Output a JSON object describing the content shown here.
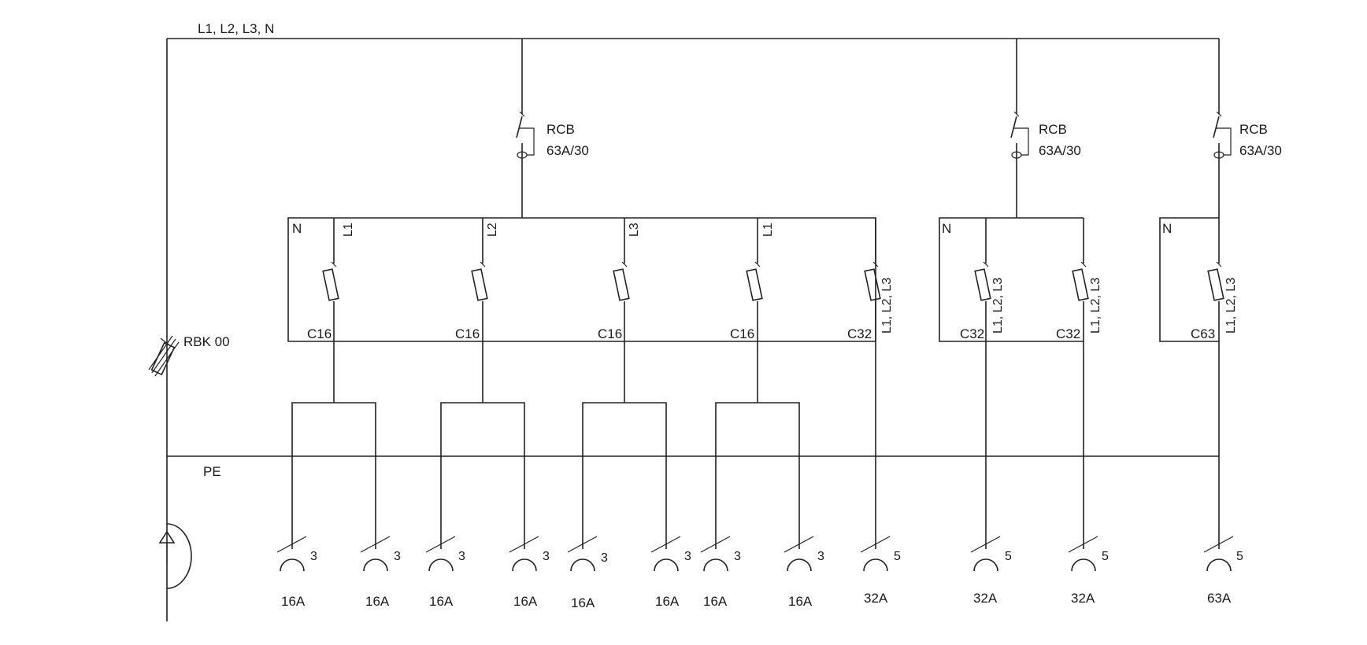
{
  "supply_label": "L1, L2, L3, N",
  "pe_label": "PE",
  "main_fuse_label": "RBK 00",
  "rcbs": [
    {
      "name": "RCB",
      "rating": "63A/30"
    },
    {
      "name": "RCB",
      "rating": "63A/30"
    },
    {
      "name": "RCB",
      "rating": "63A/30"
    }
  ],
  "neutral_labels": [
    "N",
    "N",
    "N"
  ],
  "breakers": [
    {
      "phase": "L1",
      "rating": "C16"
    },
    {
      "phase": "L2",
      "rating": "C16"
    },
    {
      "phase": "L3",
      "rating": "C16"
    },
    {
      "phase": "L1",
      "rating": "C16"
    },
    {
      "phase": "L1, L2, L3",
      "rating": "C32"
    },
    {
      "phase": "L1, L2, L3",
      "rating": "C32"
    },
    {
      "phase": "L1, L2, L3",
      "rating": "C32"
    },
    {
      "phase": "L1, L2, L3",
      "rating": "C63"
    }
  ],
  "sockets": [
    {
      "poles": "3",
      "rating": "16A"
    },
    {
      "poles": "3",
      "rating": "16A"
    },
    {
      "poles": "3",
      "rating": "16A"
    },
    {
      "poles": "3",
      "rating": "16A"
    },
    {
      "poles": "3",
      "rating": "16A"
    },
    {
      "poles": "3",
      "rating": "16A"
    },
    {
      "poles": "3",
      "rating": "16A"
    },
    {
      "poles": "3",
      "rating": "16A"
    },
    {
      "poles": "5",
      "rating": "32A"
    },
    {
      "poles": "5",
      "rating": "32A"
    },
    {
      "poles": "5",
      "rating": "32A"
    },
    {
      "poles": "5",
      "rating": "63A"
    }
  ]
}
